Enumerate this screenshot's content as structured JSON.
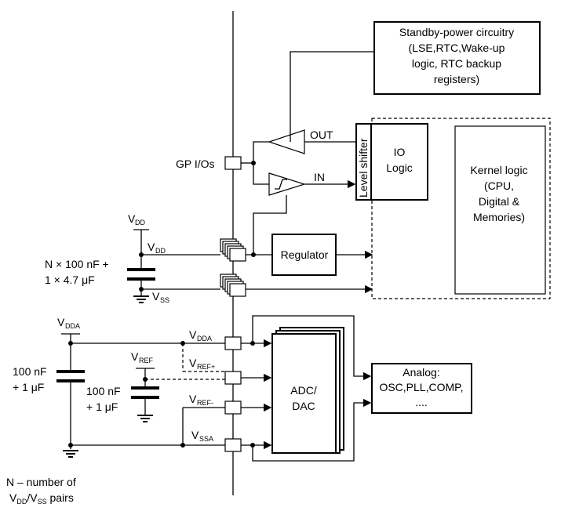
{
  "blocks": {
    "standby": [
      "Standby-power circuitry",
      "(LSE,RTC,Wake-up",
      "logic, RTC backup",
      "registers)"
    ],
    "level_shifter": "Level shifter",
    "io_logic": [
      "IO",
      "Logic"
    ],
    "kernel": [
      "Kernel logic",
      "(CPU,",
      "Digital &",
      "Memories)"
    ],
    "regulator": "Regulator",
    "adc": [
      "ADC/",
      "DAC"
    ],
    "analog": [
      "Analog:",
      "OSC,PLL,COMP,",
      "...."
    ]
  },
  "signals": {
    "out": "OUT",
    "in": "IN",
    "gpio": "GP I/Os"
  },
  "supplies": {
    "vdd_top": {
      "main": "V",
      "sub": "DD"
    },
    "vdd_line": {
      "main": "V",
      "sub": "DD"
    },
    "vss": {
      "main": "V",
      "sub": "SS"
    },
    "vdda_top": {
      "main": "V",
      "sub": "DDA"
    },
    "vdda_line": {
      "main": "V",
      "sub": "DDA"
    },
    "vref_top": {
      "main": "V",
      "sub": "REF"
    },
    "vref_plus": {
      "main": "V",
      "sub": "REF+"
    },
    "vref_minus": {
      "main": "V",
      "sub": "REF-"
    },
    "vssa": {
      "main": "V",
      "sub": "SSA"
    }
  },
  "caps": {
    "vdd": [
      "N × 100 nF +",
      "1 × 4.7 μF"
    ],
    "vdda": [
      "100 nF",
      "+ 1 μF"
    ],
    "vref": [
      "100 nF",
      "+ 1 μF"
    ]
  },
  "note": {
    "line1": "N – number of",
    "line2_v1": "V",
    "line2_sub1": "DD",
    "line2_slash": "/V",
    "line2_sub2": "SS",
    "line2_end": " pairs"
  }
}
